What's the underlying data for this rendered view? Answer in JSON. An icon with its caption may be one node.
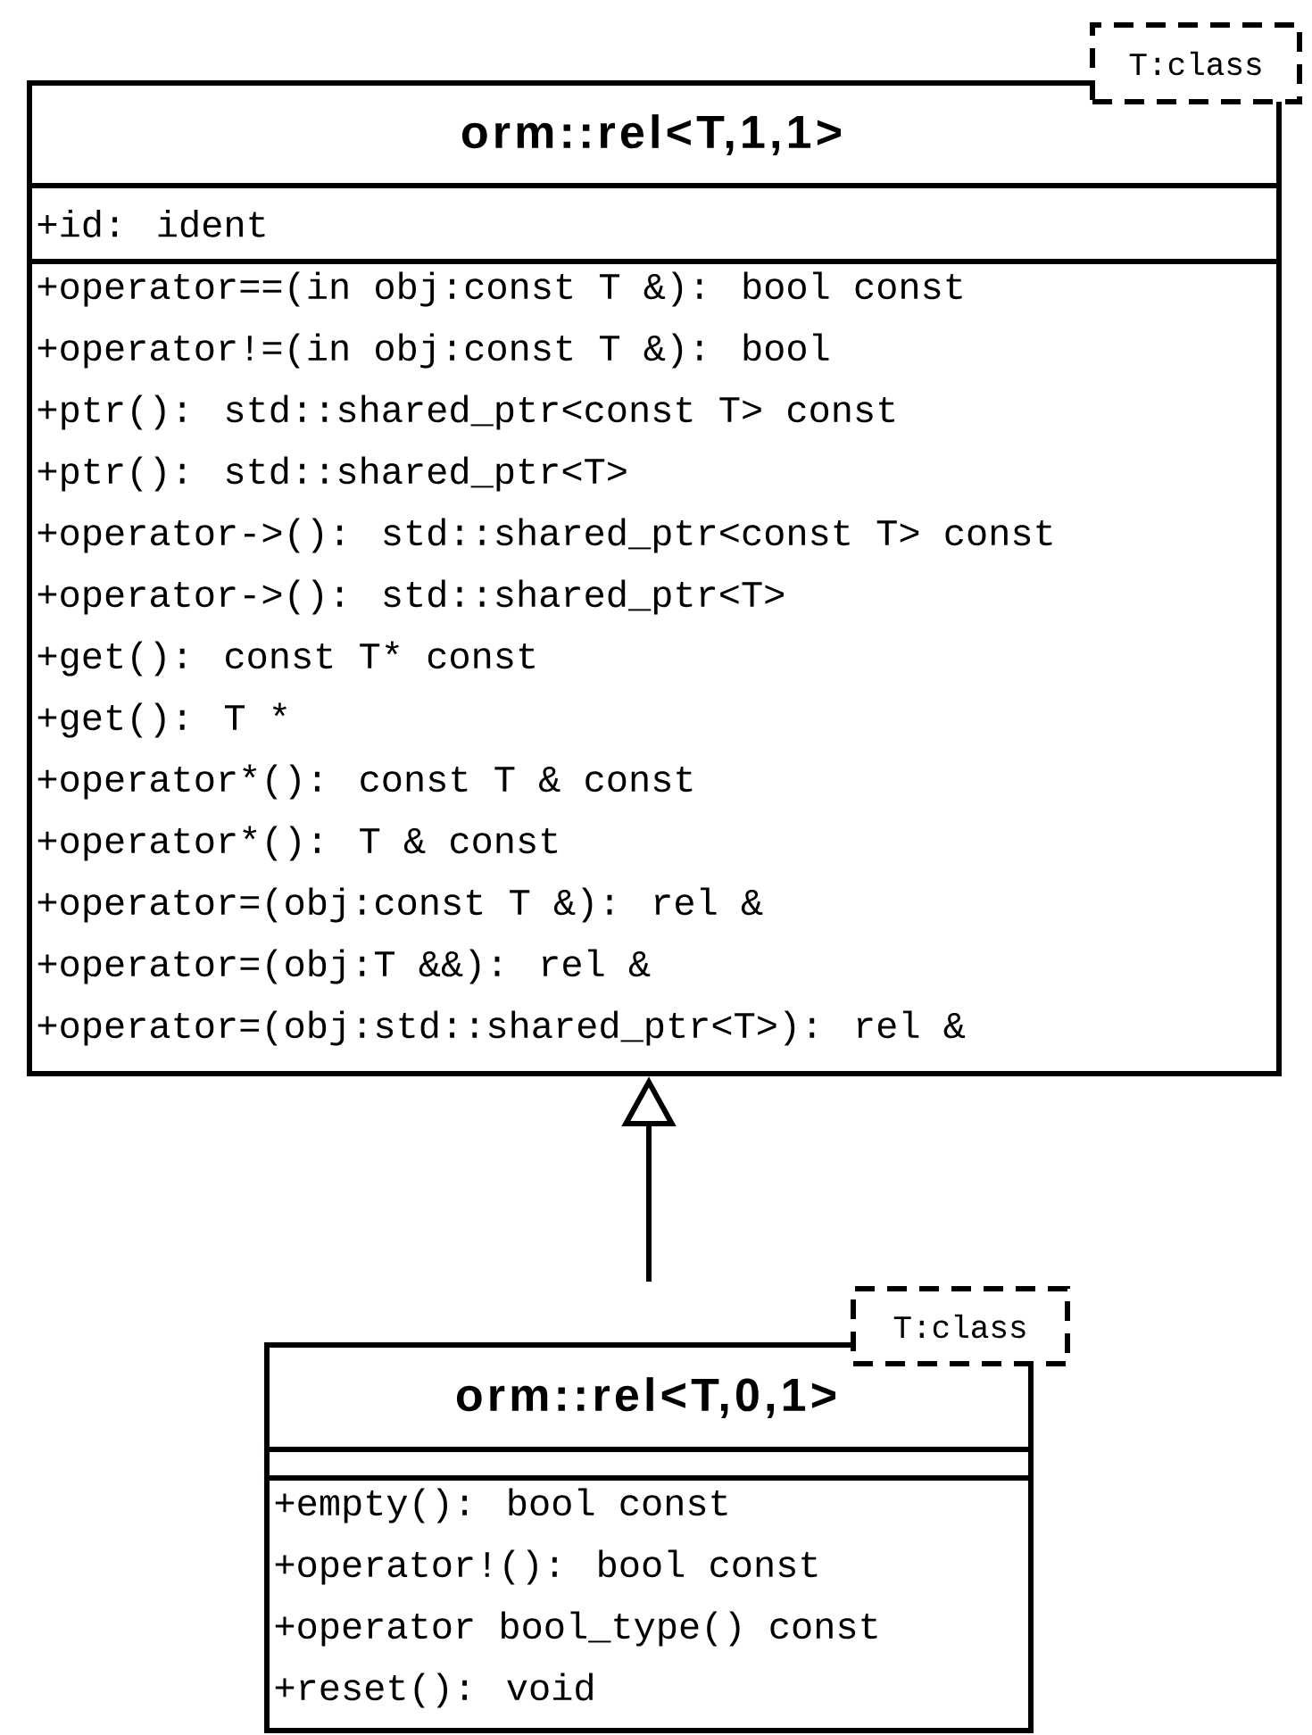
{
  "diagram": {
    "nodes": [
      {
        "text": [
          "T:class"
        ]
      },
      {
        "text": [
          "orm::rel<T,1,1>",
          "+id: ident",
          "+operator==(in obj:const T &): bool const",
          "+operator!=(in obj:const T &): bool",
          "+ptr(): std::shared_ptr<const T> const",
          "+ptr(): std::shared_ptr<T>",
          "+operator->(): std::shared_ptr<const T> const",
          "+operator->(): std::shared_ptr<T>",
          "+get(): const T* const",
          "+get(): T *",
          "+operator*(): const T & const",
          "+operator*(): T & const",
          "+operator=(obj:const T &): rel &",
          "+operator=(obj:T &&): rel &",
          "+operator=(obj:std::shared_ptr<T>): rel &"
        ]
      },
      {
        "text": [
          "T:class"
        ]
      },
      {
        "text": [
          "orm::rel<T,0,1>",
          "+empty(): bool const",
          "+operator!(): bool const",
          "+operator bool_type() const",
          "+reset(): void"
        ]
      }
    ],
    "edges": [
      {
        "from": 3,
        "to": 1,
        "arrow": "to"
      }
    ]
  }
}
